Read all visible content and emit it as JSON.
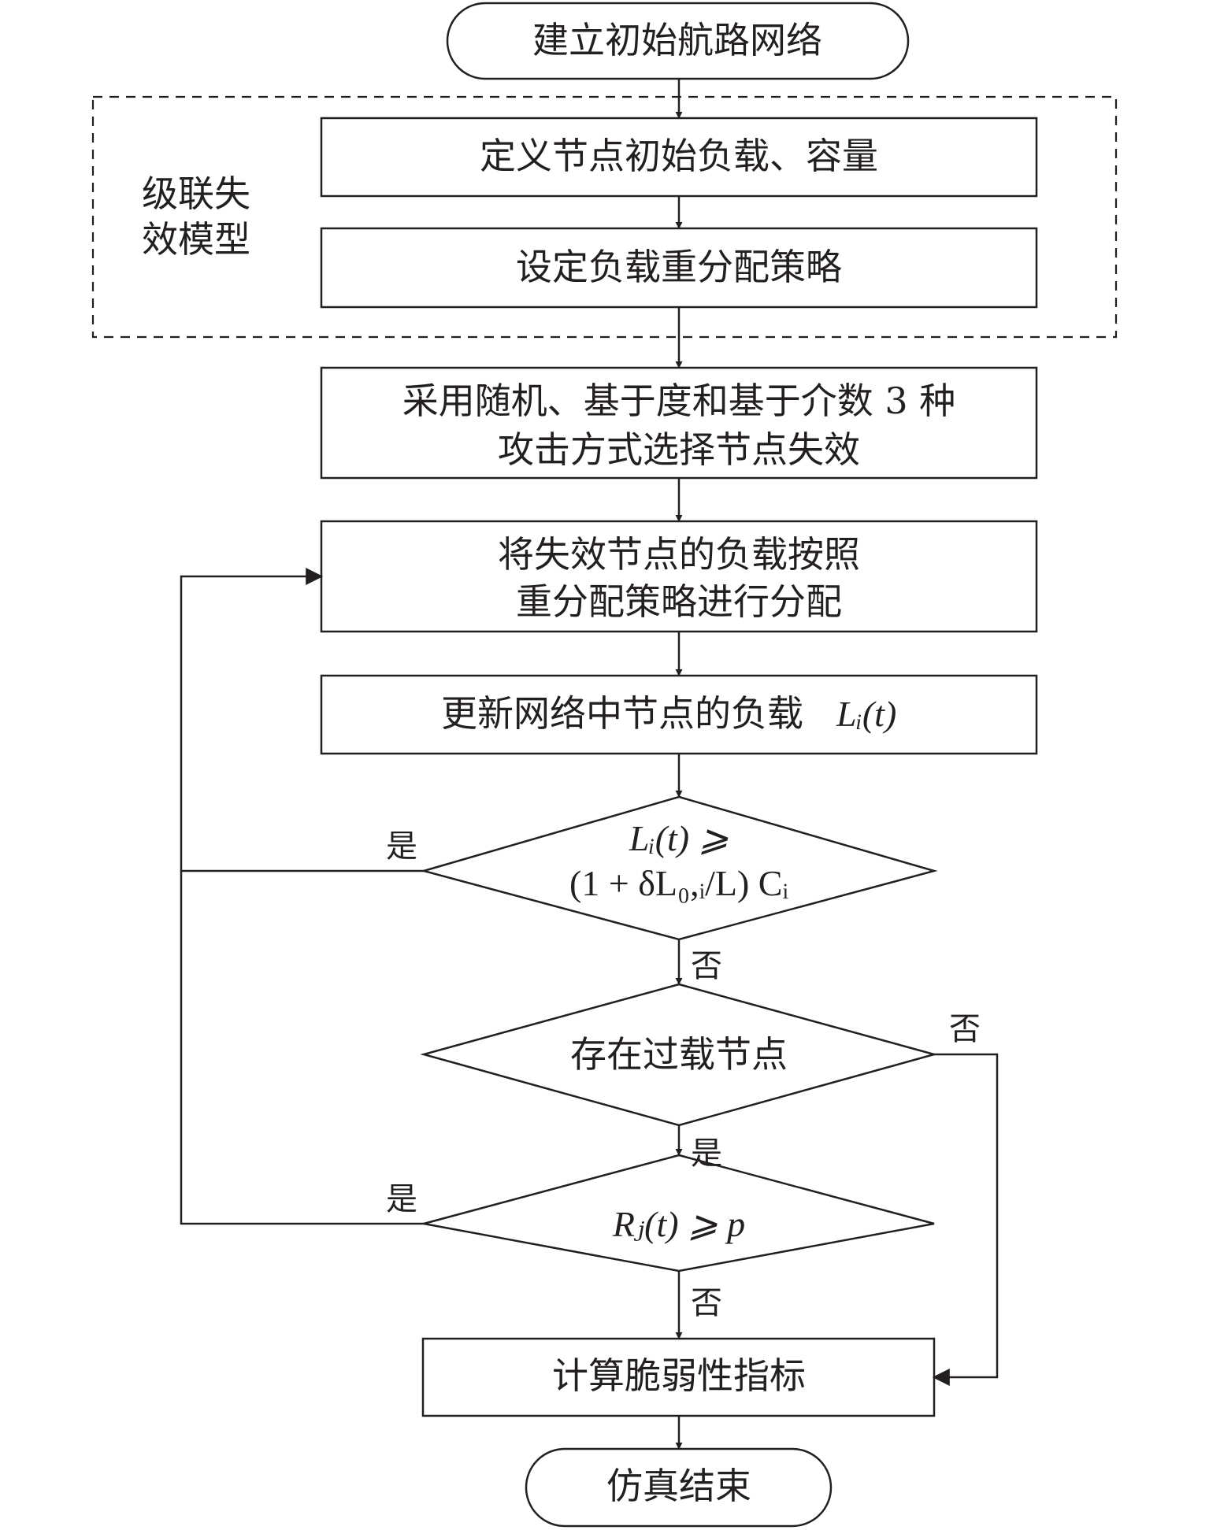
{
  "start": "建立初始航路网络",
  "model_label": [
    "级联失",
    "效模型"
  ],
  "steps": {
    "define": "定义节点初始负载、容量",
    "strategy": "设定负载重分配策略",
    "attack": [
      "采用随机、基于度和基于介数 3 种",
      "攻击方式选择节点失效"
    ],
    "redistribute": [
      "将失效节点的负载按照",
      "重分配策略进行分配"
    ],
    "update_text": "更新网络中节点的负载",
    "update_math": "Lᵢ(t)"
  },
  "decisions": {
    "overload_cond": [
      "Lᵢ(t) ⩾",
      "(1 + δL₀,ᵢ/L) Cᵢ"
    ],
    "exists": "存在过载节点",
    "ratio_cond": "Rⱼ(t) ⩾ p"
  },
  "branch_labels": {
    "yes1": "是",
    "no1": "否",
    "no2": "否",
    "yes2": "是",
    "yes3": "是",
    "no3": "否"
  },
  "compute": "计算脆弱性指标",
  "end": "仿真结束"
}
